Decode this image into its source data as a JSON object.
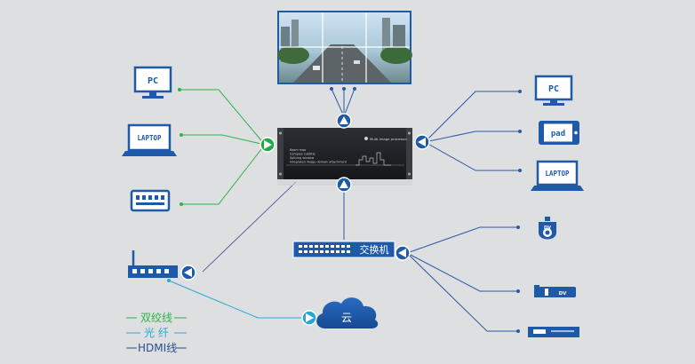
{
  "colors": {
    "device_blue": "#1f5aa8",
    "green_line": "#2cb34a",
    "cyan_line": "#29a8d8",
    "hdmi_line": "#2a4f8e",
    "arrow_green": "#25a84a",
    "arrow_blue": "#1f5aa8",
    "arrow_cyan": "#27a6d8"
  },
  "devices_left": {
    "pc": "PC",
    "laptop": "LAPTOP"
  },
  "devices_right": {
    "pc": "PC",
    "pad": "pad",
    "laptop": "LAPTOP",
    "dv": "DV",
    "camera_dv": "DV"
  },
  "processor": {
    "brand": "Multi-image processor",
    "lines": [
      "Room map",
      "Complex subtitle",
      "Splicing window",
      "Integrated image domain attachment"
    ]
  },
  "switch_label": "交换机",
  "cloud_label": "云",
  "legend": {
    "twisted_pair": "双绞线",
    "fiber": "光 纤",
    "hdmi": "HDMI线"
  }
}
